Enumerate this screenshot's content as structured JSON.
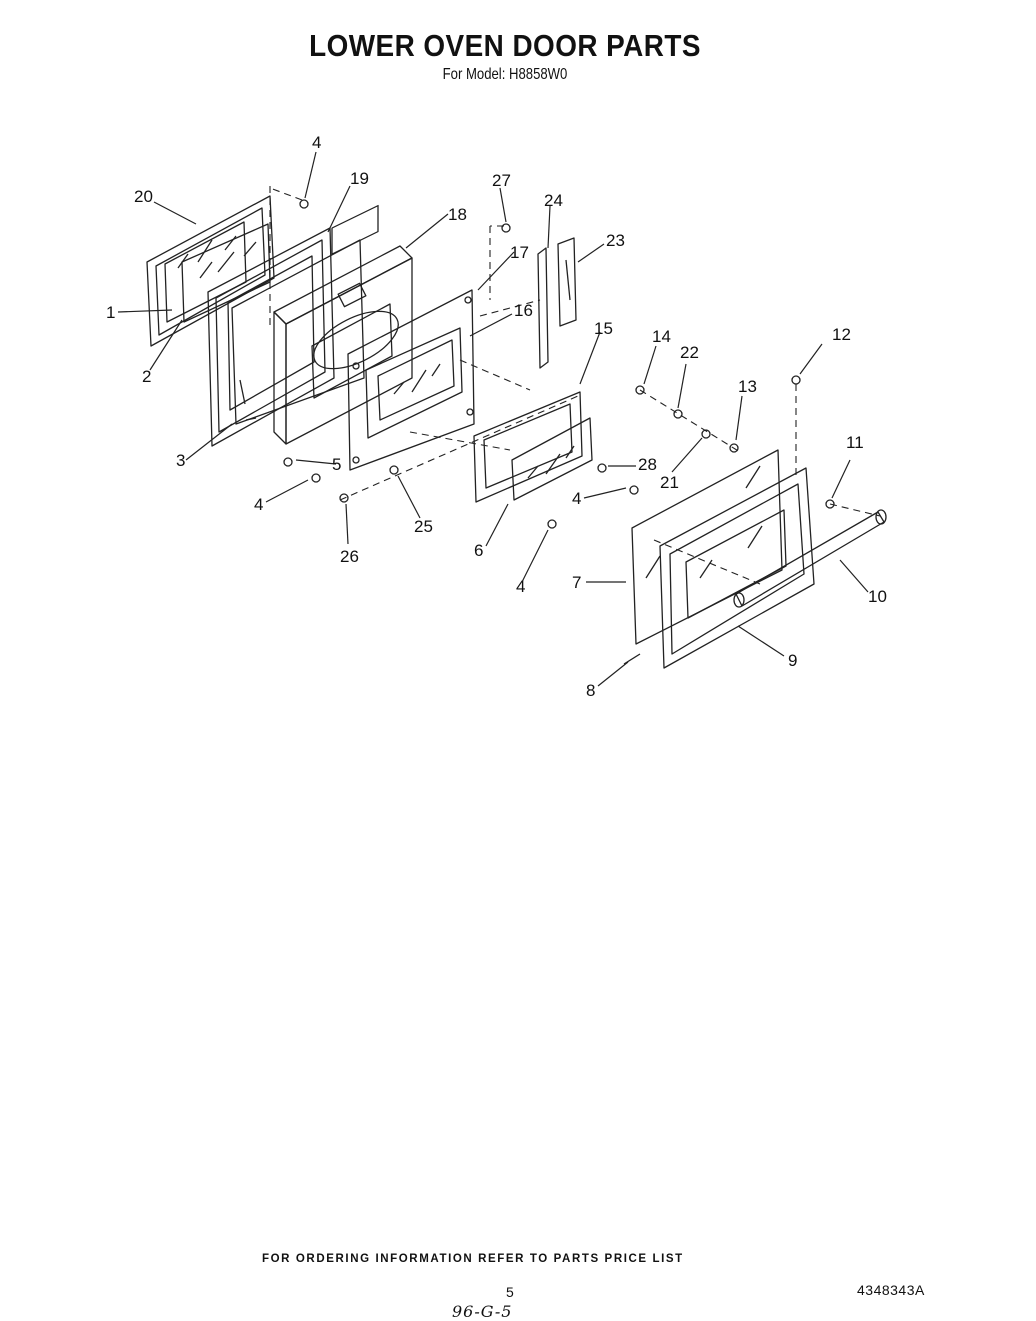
{
  "header": {
    "title": "LOWER OVEN DOOR PARTS",
    "subtitle": "For Model: H8858W0"
  },
  "callouts": [
    "1",
    "2",
    "3",
    "4",
    "5",
    "6",
    "7",
    "8",
    "9",
    "10",
    "11",
    "12",
    "13",
    "14",
    "15",
    "16",
    "17",
    "18",
    "19",
    "20",
    "21",
    "22",
    "23",
    "24",
    "25",
    "26",
    "27",
    "28"
  ],
  "footer": {
    "ordering_note": "FOR ORDERING INFORMATION REFER TO PARTS PRICE LIST",
    "page_number": "5",
    "document_number": "4348343A",
    "handwritten_note": "96-G-5"
  },
  "colors": {
    "line": "#222222",
    "paper": "#ffffff"
  }
}
